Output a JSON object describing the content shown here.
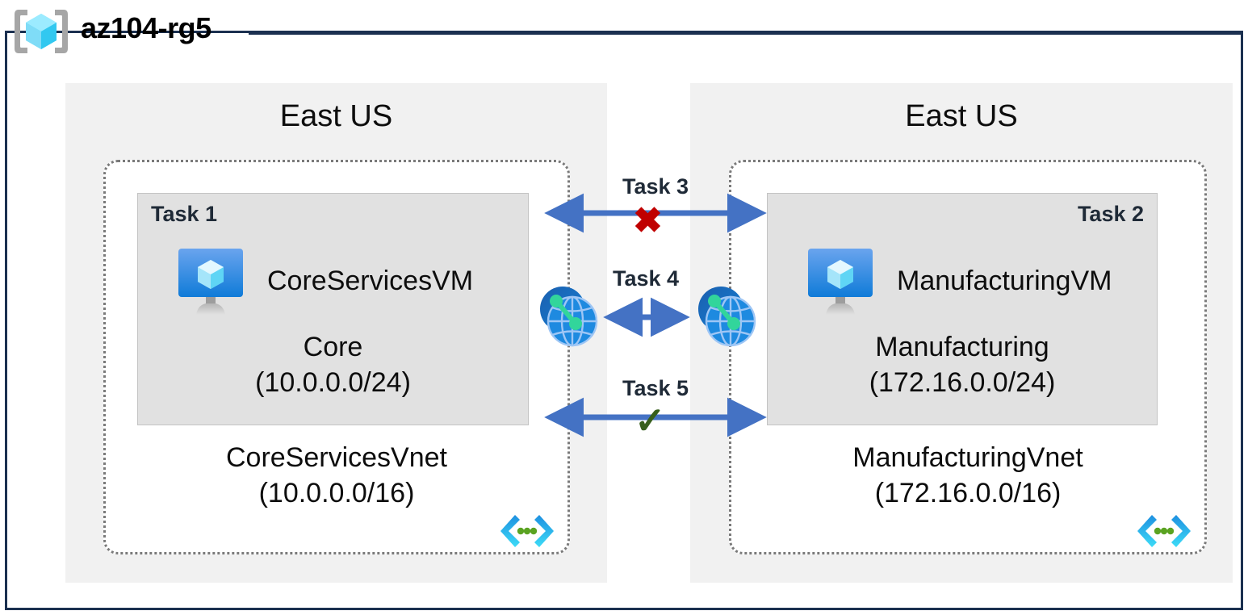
{
  "resource_group": {
    "icon": "resource-group-cube-icon",
    "title": "az104-rg5"
  },
  "regions": [
    {
      "label": "East US",
      "side": "left"
    },
    {
      "label": "East US",
      "side": "right"
    }
  ],
  "vnets": [
    {
      "name": "CoreServicesVnet",
      "address_space": "(10.0.0.0/16)",
      "icon": "vnet-icon",
      "subnet": {
        "task_tag": "Task 1",
        "vm_name": "CoreServicesVM",
        "vm_icon": "virtual-machine-icon",
        "subnet_name": "Core",
        "subnet_range": "(10.0.0.0/24)"
      }
    },
    {
      "name": "ManufacturingVnet",
      "address_space": "(172.16.0.0/16)",
      "icon": "vnet-icon",
      "subnet": {
        "task_tag": "Task 2",
        "vm_name": "ManufacturingVM",
        "vm_icon": "virtual-machine-icon",
        "subnet_name": "Manufacturing",
        "subnet_range": "(172.16.0.0/24)"
      }
    }
  ],
  "connectors": {
    "task3": {
      "label": "Task 3",
      "mark": "✖",
      "mark_meaning": "blocked",
      "mark_color": "#c00000"
    },
    "task4": {
      "label": "Task 4",
      "icon": "vnet-peering-icon"
    },
    "task5": {
      "label": "Task 5",
      "mark": "✓",
      "mark_meaning": "allowed",
      "mark_color": "#375f1c"
    }
  },
  "colors": {
    "frame_border": "#1b3050",
    "region_fill": "#f1f1f1",
    "subnet_fill": "#e1e1e1",
    "arrow_blue": "#4472c4",
    "vnet_border": "#7a7a7a",
    "blocked_red": "#c00000",
    "allowed_green": "#375f1c",
    "azure_blue": "#1b84d8",
    "accent_cyan": "#32c8f0",
    "peering_green": "#32d59b"
  }
}
